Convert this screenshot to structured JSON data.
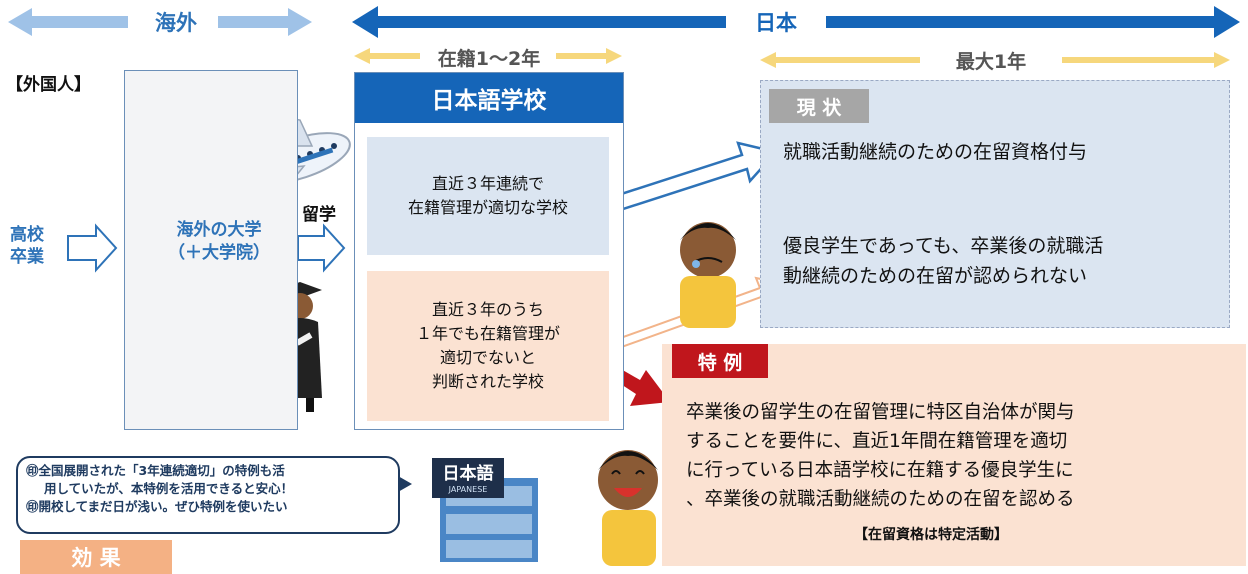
{
  "header": {
    "overseas_label": "海外",
    "japan_label": "日本",
    "enrolled_period_label": "在籍1～2年",
    "max_period_label": "最大1年"
  },
  "left": {
    "foreigner_label": "【外国人】",
    "high_school_label": "高校\n卒業",
    "overseas_university_label": "海外の大学\n（＋大学院）",
    "study_abroad_label": "留学"
  },
  "school": {
    "title": "日本語学校",
    "good_box": "直近３年連続で\n在籍管理が適切な学校",
    "bad_box": "直近３年のうち\n１年でも在籍管理が\n適切でないと\n判断された学校"
  },
  "current": {
    "tag": "現 状",
    "line1": "就職活動継続のための在留資格付与",
    "line2": "優良学生であっても、卒業後の就職活\n動継続のための在留が認められない"
  },
  "special": {
    "tag": "特 例",
    "body": "卒業後の留学生の在留管理に特区自治体が関与\nすることを要件に、直近1年間在籍管理を適切\nに行っている日本語学校に在籍する優良学生に\n、卒業後の就職活動継続のための在留を認める",
    "note": "【在留資格は特定活動】"
  },
  "effect": {
    "bubble_line1": "㊞全国展開された「3年連続適切」の特例も活",
    "bubble_line2": "用していたが、本特例を活用できると安心！",
    "bubble_line3": "㊞開校してまだ日が浅い。ぜひ特例を使いたい",
    "tag": "効 果",
    "sign_text": "日本語",
    "sign_sub": "JAPANESE"
  },
  "colors": {
    "blue_dark": "#1565b8",
    "blue_light": "#9fc2e7",
    "yellow": "#f6d77c",
    "red_tag": "#c0161c",
    "peach": "#fbe2d2",
    "effect_orange": "#f4b184"
  }
}
